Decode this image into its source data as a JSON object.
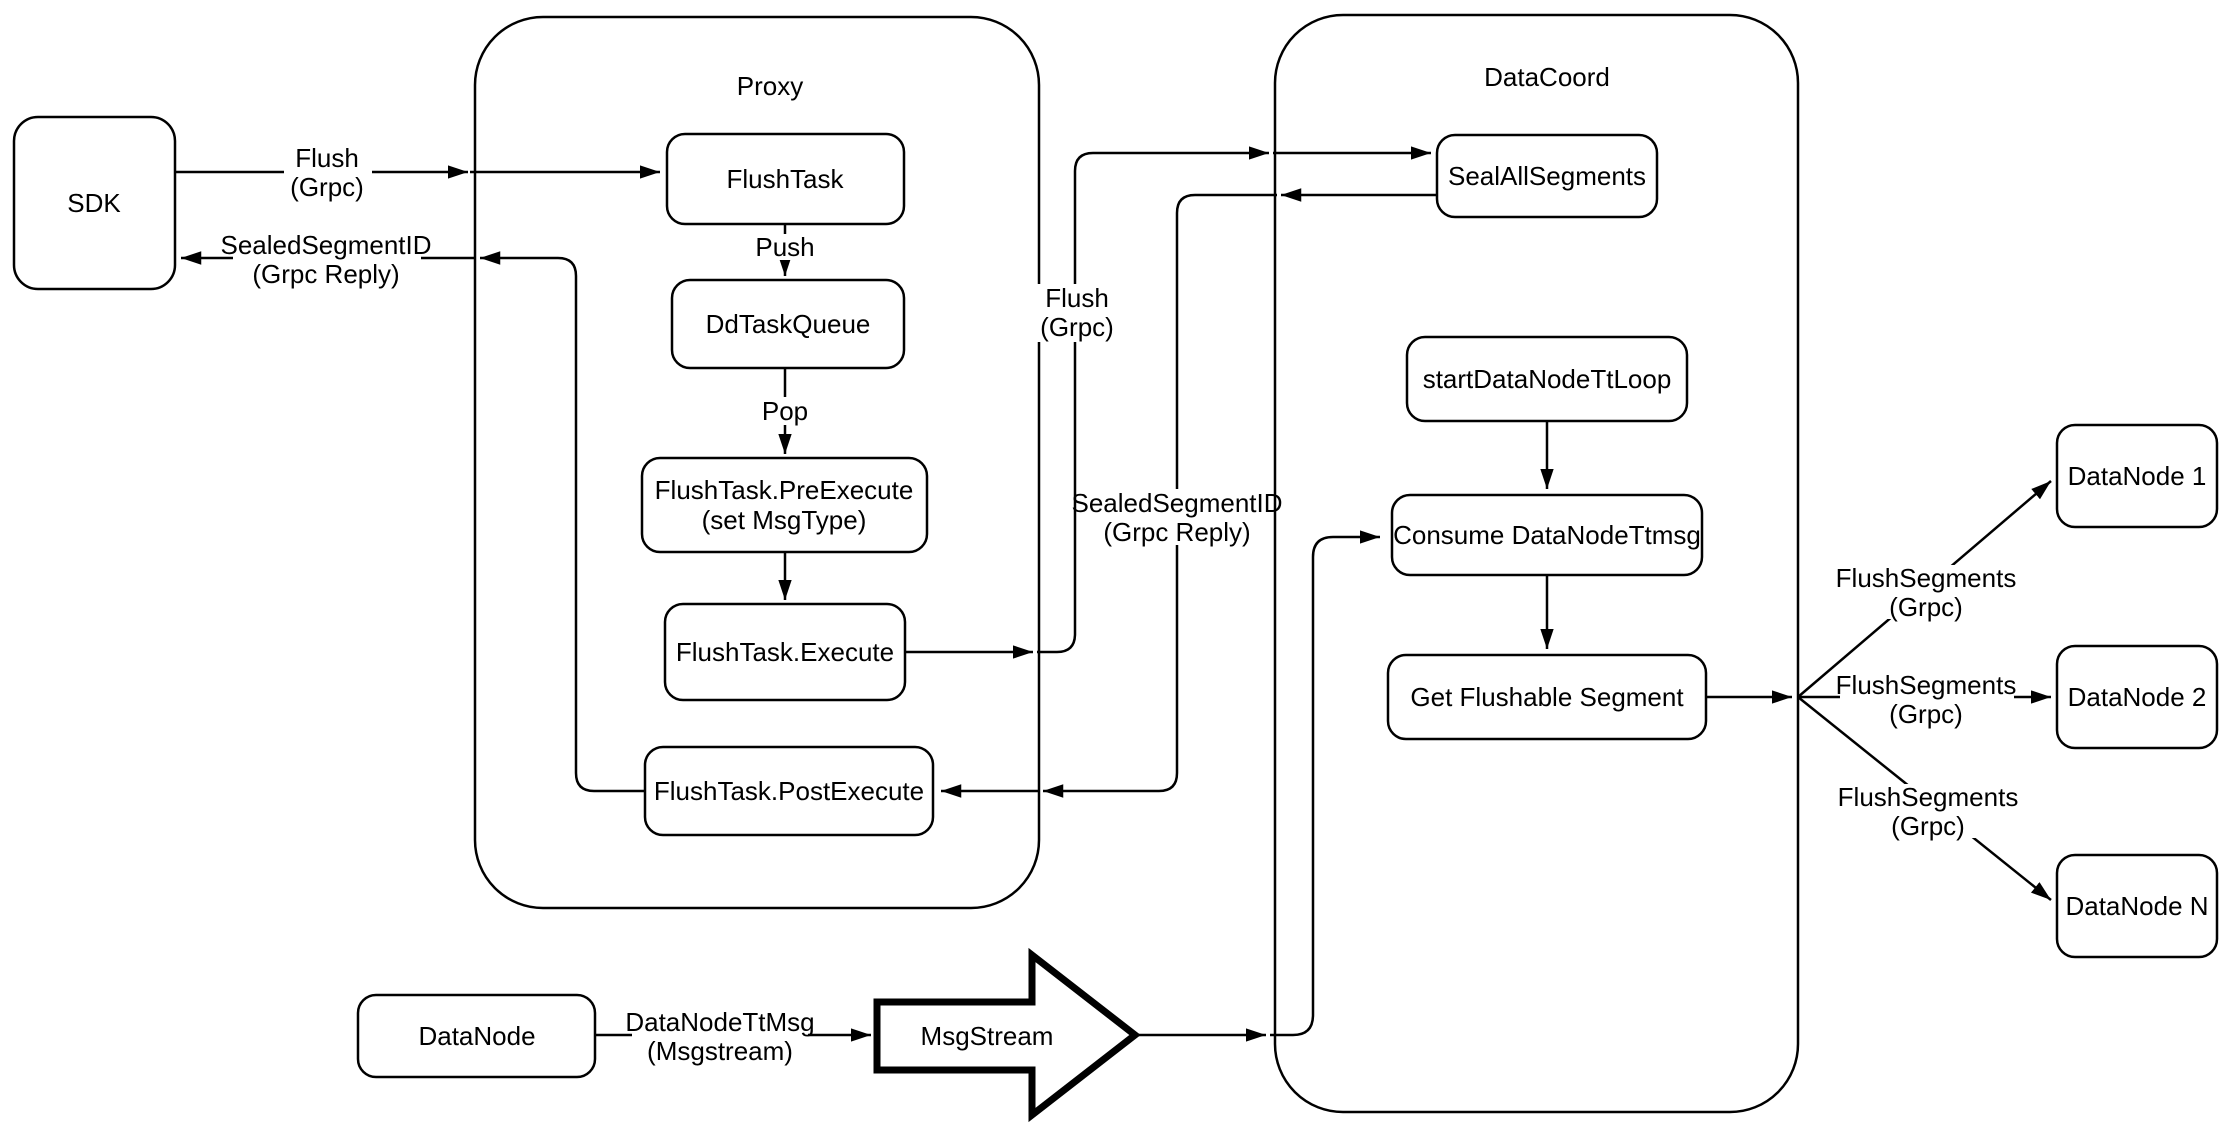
{
  "diagram": {
    "title_hint": "Flush data flow diagram",
    "colors": {
      "background": "#ffffff",
      "stroke": "#000000",
      "node_fill": "#ffffff",
      "text": "#000000"
    },
    "containers": {
      "proxy": {
        "title": "Proxy"
      },
      "datacoord": {
        "title": "DataCoord"
      }
    },
    "nodes": {
      "sdk": {
        "label": "SDK"
      },
      "flushtask": {
        "label": "FlushTask"
      },
      "ddtaskqueue": {
        "label": "DdTaskQueue"
      },
      "preexecute": {
        "line1": "FlushTask.PreExecute",
        "line2": "(set MsgType)"
      },
      "execute": {
        "label": "FlushTask.Execute"
      },
      "postexecute": {
        "label": "FlushTask.PostExecute"
      },
      "sealallsegments": {
        "label": "SealAllSegments"
      },
      "startloop": {
        "label": "startDataNodeTtLoop"
      },
      "consume": {
        "label": "Consume DataNodeTtmsg"
      },
      "getflushable": {
        "label": "Get Flushable Segment"
      },
      "datanode1": {
        "label": "DataNode 1"
      },
      "datanode2": {
        "label": "DataNode 2"
      },
      "datanoden": {
        "label": "DataNode N"
      },
      "datanode": {
        "label": "DataNode"
      },
      "msgstream": {
        "label": "MsgStream"
      }
    },
    "edge_labels": {
      "flush_sdk": {
        "line1": "Flush",
        "line2": "(Grpc)"
      },
      "sealed_sdk": {
        "line1": "SealedSegmentID",
        "line2": "(Grpc Reply)"
      },
      "push": {
        "label": "Push"
      },
      "pop": {
        "label": "Pop"
      },
      "flush_mid": {
        "line1": "Flush",
        "line2": "(Grpc)"
      },
      "sealed_mid": {
        "line1": "SealedSegmentID",
        "line2": "(Grpc Reply)"
      },
      "datanodettmsg": {
        "line1": "DataNodeTtMsg",
        "line2": "(Msgstream)"
      },
      "flushsegments1": {
        "line1": "FlushSegments",
        "line2": "(Grpc)"
      },
      "flushsegments2": {
        "line1": "FlushSegments",
        "line2": "(Grpc)"
      },
      "flushsegments3": {
        "line1": "FlushSegments",
        "line2": "(Grpc)"
      }
    }
  }
}
